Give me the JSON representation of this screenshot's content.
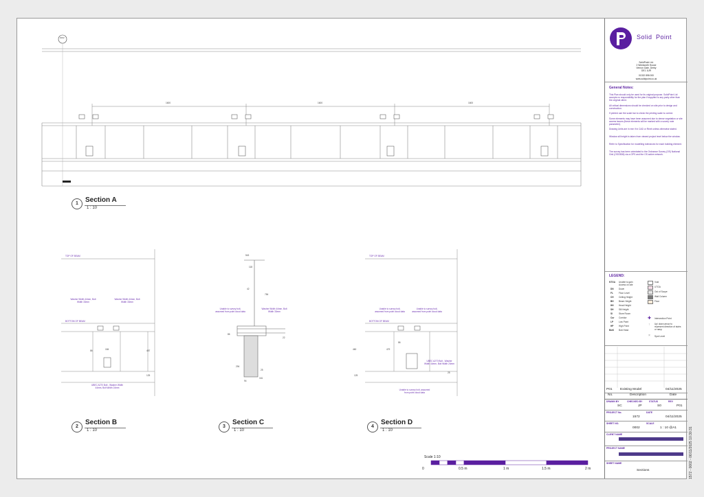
{
  "drawing": {
    "view_ref": "0002",
    "sections": [
      {
        "num": "1",
        "title": "Section A",
        "scale": "1 : 10"
      },
      {
        "num": "2",
        "title": "Section B",
        "scale": "1 : 10"
      },
      {
        "num": "3",
        "title": "Section C",
        "scale": "1 : 10"
      },
      {
        "num": "4",
        "title": "Section D",
        "scale": "1 : 10"
      }
    ],
    "section_a_dims": [
      "1600",
      "1600",
      "1600"
    ],
    "labels": {
      "top_of_beam": "TOP OF BEAM",
      "bottom_of_beam": "BOTTOM OF BEAM",
      "washer_note": "Washer Width 44mm, Bolt Width 33mm",
      "bolt_note": "UBEC A270 Bolt - Washer Width 44mm, Bolt Width 24mm",
      "unable_survey": "Unable to survey bolt, assumed from point cloud data"
    },
    "dims_b": [
      "86",
      "184",
      "487",
      "125"
    ],
    "dims_c": [
      "543",
      "118",
      "784",
      "42",
      "22",
      "86",
      "294",
      "25",
      "94",
      "161"
    ],
    "dims_d": [
      "460",
      "479",
      "125",
      "86",
      "25"
    ],
    "scale_bar": {
      "title": "Scale 1:10",
      "ticks": [
        "0",
        "0.5 m",
        "1 m",
        "1.5 m",
        "2 m"
      ]
    }
  },
  "title_block": {
    "company_name_a": "Solid",
    "company_name_b": "Point",
    "address": [
      "SolidPoint Ltd.",
      "2 Wentworth House",
      "Vernon Gate, Derby",
      "DE1 1UR",
      "",
      "01332 898 000",
      "www.solidpoint.co.uk"
    ],
    "general_notes_title": "General Notes:",
    "general_notes": [
      "This Plan should only be used for its original purpose. SolidPoint Ltd accepts no responsibility for the plan if supplied to any party other than the original client.",
      "All critical dimensions should be checked on site prior to design and construction.",
      "If printed use the scale bar to check the printing scale is correct.",
      "Some elements may have been assumed due to dense vegetation or site access issues (these elements will be marked with a survey note parameter).",
      "Drawing Units are in mm if in CAD or Revit unless otherwise stated.",
      "Window sill height is taken from viewed project level below the window.",
      "Refer to Specification for modelling tolerances for each building element.",
      "The survey has been orientated to the Ordnance Survey (OS) National Grid (OSGB36) via a GPS and the OS active network."
    ],
    "legend_title": "LEGEND:",
    "legend_codes": [
      {
        "code": "NTGA",
        "label": "Unable to gain Access on site"
      },
      {
        "code": "DN",
        "label": "Down"
      },
      {
        "code": "FL",
        "label": "Floor Level"
      },
      {
        "code": "CH",
        "label": "Ceiling Height"
      },
      {
        "code": "BH",
        "label": "Beam Height"
      },
      {
        "code": "HH",
        "label": "Head Height"
      },
      {
        "code": "SH",
        "label": "Sill Height"
      },
      {
        "code": "SI",
        "label": "Store Room"
      },
      {
        "code": "Cor",
        "label": "Corridor"
      },
      {
        "code": "LP",
        "label": "Low Point"
      },
      {
        "code": "HP",
        "label": "High Point"
      },
      {
        "code": "BwK",
        "label": "Bob Head"
      }
    ],
    "legend_swatches": [
      {
        "label": "Void",
        "color": "#ffffff"
      },
      {
        "label": "UTGA",
        "color": "#f3dce6"
      },
      {
        "label": "Out of Scope",
        "color": "#e6e6e6"
      },
      {
        "label": "Wall Column",
        "color": "#7a7a7a"
      },
      {
        "label": "Floor",
        "color": "#f8ead8"
      }
    ],
    "legend_symbols": [
      {
        "label": "Intersection Point"
      },
      {
        "label": "Up/ down arrow to represent direction of stairs or ramp"
      },
      {
        "label": "Spot Level"
      }
    ],
    "revision": {
      "rev": "P01",
      "description": "Existing Model",
      "date": "04/11/2025"
    },
    "rev_headers": {
      "no": "No.",
      "description": "Description",
      "date": "Date"
    },
    "fields": {
      "drawn_by_lbl": "DRAWN BY",
      "drawn_by": "SC",
      "checked_by_lbl": "CHECKED BY",
      "checked_by": "JP",
      "status_lbl": "STATUS",
      "status": "S0",
      "rev_lbl": "REV",
      "rev": "P01",
      "project_no_lbl": "PROJECT No.",
      "project_no": "1572",
      "date_lbl": "DATE",
      "date": "04/11/2025",
      "sheet_no_lbl": "SHEET NO.",
      "sheet_no": "0002",
      "scale_lbl": "SCALE",
      "scale": "1 : 10 @A1",
      "client_name_lbl": "CLIENT NAME",
      "project_name_lbl": "PROJECT NAME",
      "sheet_name_lbl": "SHEET NAME",
      "sheet_name": "Sections"
    },
    "side_text": "1572 - 0002 - 06/11/2025 10:30:31"
  },
  "colors": {
    "accent": "#5a1fa0",
    "bar_alt": "#ffffff"
  }
}
